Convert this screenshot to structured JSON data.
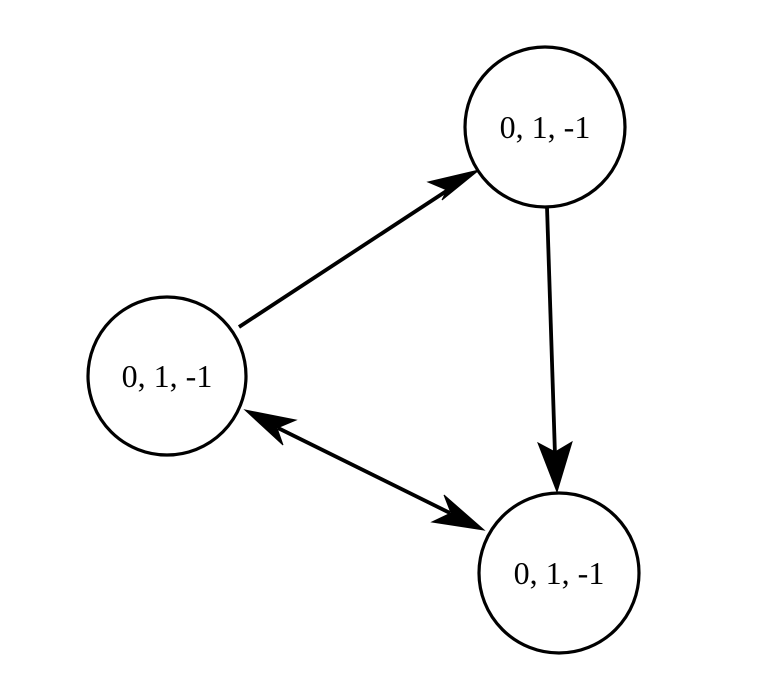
{
  "diagram": {
    "nodes": [
      {
        "id": "node-left",
        "label": "0, 1, -1"
      },
      {
        "id": "node-top-right",
        "label": "0, 1, -1"
      },
      {
        "id": "node-bottom-right",
        "label": "0, 1, -1"
      }
    ],
    "edges": [
      {
        "id": "edge-left-to-top-right",
        "from": "node-left",
        "to": "node-top-right",
        "direction": "forward"
      },
      {
        "id": "edge-top-right-to-bottom-right",
        "from": "node-top-right",
        "to": "node-bottom-right",
        "direction": "forward"
      },
      {
        "id": "edge-left-bottom-right",
        "from": "node-left",
        "to": "node-bottom-right",
        "direction": "both"
      }
    ],
    "colors": {
      "stroke": "#000000",
      "node_fill": "#ffffff",
      "background": "#ffffff"
    }
  }
}
